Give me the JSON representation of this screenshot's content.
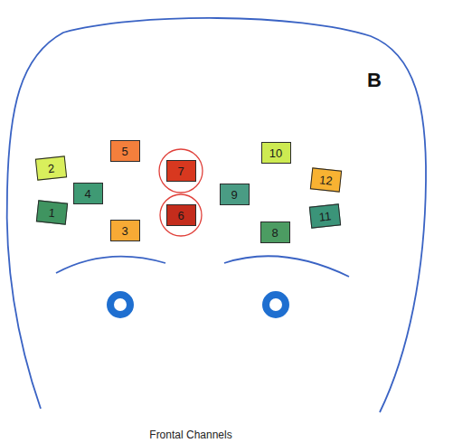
{
  "diagram": {
    "caption": "Frontal Channels",
    "nodes": [
      {
        "text": [
          "1"
        ]
      },
      {
        "text": [
          "2"
        ]
      },
      {
        "text": [
          "3"
        ]
      },
      {
        "text": [
          "4"
        ]
      },
      {
        "text": [
          "5"
        ]
      },
      {
        "text": [
          "6"
        ]
      },
      {
        "text": [
          "7"
        ]
      },
      {
        "text": [
          "8"
        ]
      },
      {
        "text": [
          "9"
        ]
      },
      {
        "text": [
          "10"
        ]
      },
      {
        "text": [
          "11"
        ]
      },
      {
        "text": [
          "12"
        ]
      }
    ],
    "labels": [
      "B"
    ]
  }
}
